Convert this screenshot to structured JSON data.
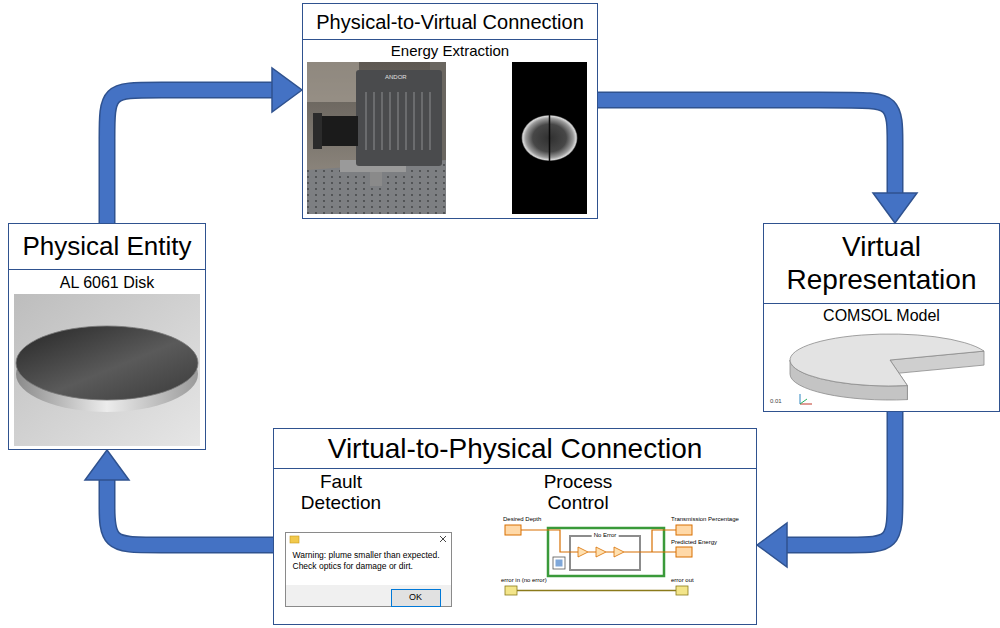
{
  "diagram": {
    "nodes": [
      {
        "text": [
          "Physical-to-Virtual Connection",
          "Energy Extraction"
        ]
      },
      {
        "text": [
          "Physical Entity",
          "AL 6061 Disk"
        ]
      },
      {
        "text": [
          "Virtual Representation",
          "COMSOL Model"
        ]
      },
      {
        "text": [
          "Virtual-to-Physical Connection",
          "Fault Detection",
          "Process Control"
        ]
      },
      {
        "text": [
          "Warning: plume smaller than expected. Check optics for damage or dirt."
        ],
        "in": 3
      },
      {
        "text": [
          "OK"
        ],
        "in": 4
      }
    ],
    "edges": [
      {
        "from": 1,
        "to": 0,
        "arrow": "to"
      },
      {
        "from": 0,
        "to": 2,
        "arrow": "to"
      },
      {
        "from": 2,
        "to": 3,
        "arrow": "to"
      },
      {
        "from": 3,
        "to": 1,
        "arrow": "to"
      }
    ],
    "labels": [
      "ANDOR",
      "0.01",
      "Desired Depth",
      "No Error",
      "Transmission Percentage",
      "Predicted Energy",
      "error in (no error)",
      "error out"
    ]
  }
}
